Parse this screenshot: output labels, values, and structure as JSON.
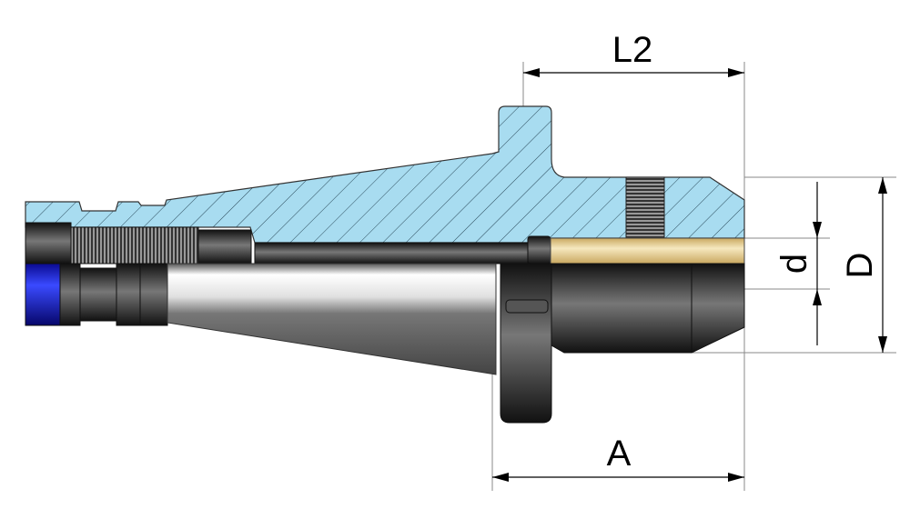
{
  "drawing": {
    "dimensions": {
      "L2": "L2",
      "A": "A",
      "d": "d",
      "D": "D"
    },
    "colors": {
      "section": "#a8dcf0",
      "hatch": "#2a4a5a",
      "body_dark": "#2a2a2a",
      "coolant_band": "#e8d39a",
      "end_ring": "#1a2ad0"
    }
  }
}
